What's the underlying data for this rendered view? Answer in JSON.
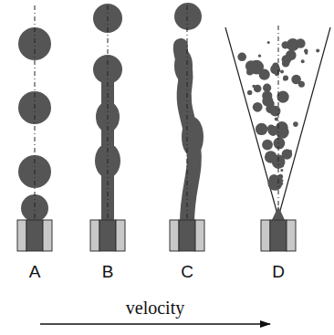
{
  "diagram": {
    "labels": [
      "A",
      "B",
      "C",
      "D",
      "velocity"
    ]
  }
}
